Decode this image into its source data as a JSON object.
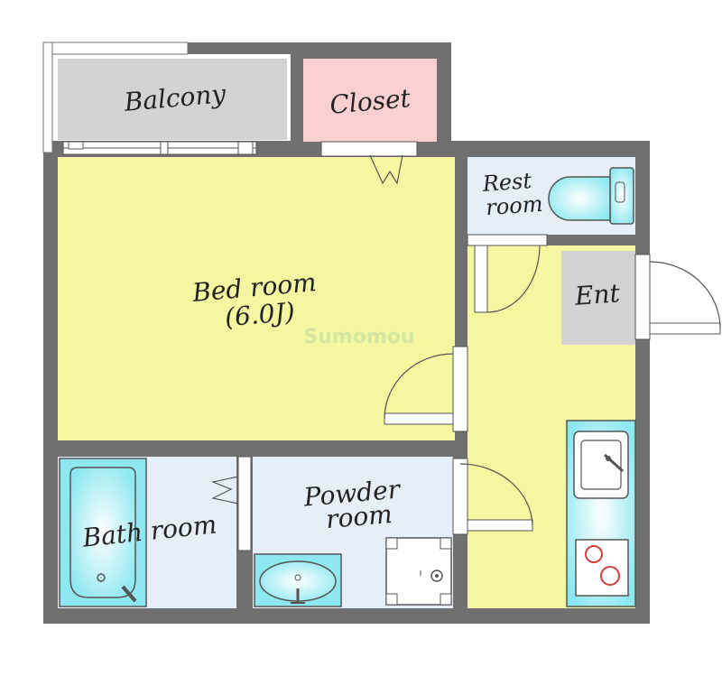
{
  "rooms": {
    "balcony": "Balcony",
    "closet": "Closet",
    "rest_room_line1": "Rest",
    "rest_room_line2": "room",
    "bedroom_line1": "Bed room",
    "bedroom_line2": "(6.0J)",
    "entrance": "Ent",
    "bathroom": "Bath room",
    "powder_room_line1": "Powder",
    "powder_room_line2": "room"
  },
  "watermark": "Sumomou",
  "colors": {
    "wall": "#707070",
    "bedroom_floor": "#f2f7a0",
    "corridor_floor": "#f2f7a0",
    "wet_area_floor": "#e6eef8",
    "balcony_floor": "#d3d3d3",
    "closet_floor": "#f9d0d0",
    "entrance_floor": "#d3d3d3",
    "fixture_cyan": "#8ee8f0"
  }
}
